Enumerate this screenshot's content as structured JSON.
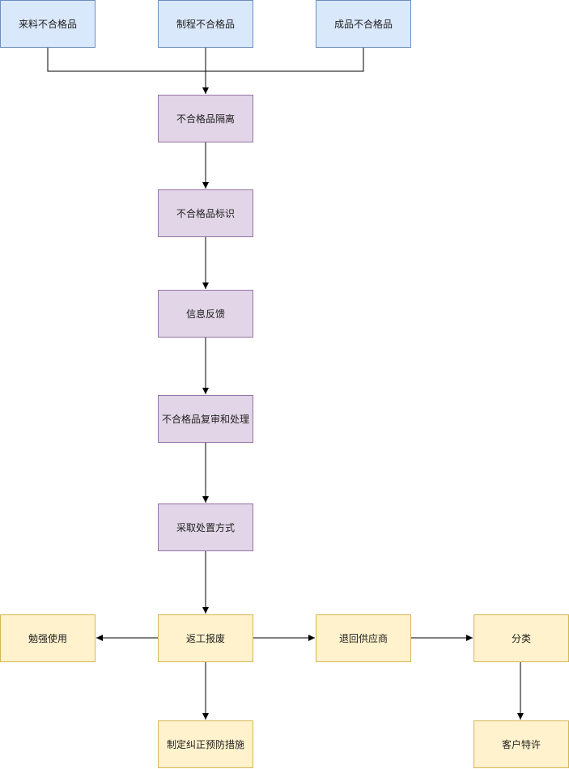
{
  "nodes": {
    "incoming": "来料不合格品",
    "process": "制程不合格品",
    "finished": "成品不合格品",
    "isolate": "不合格品隔离",
    "identify": "不合格品标识",
    "feedback": "信息反馈",
    "review": "不合格品复审和处理",
    "method": "采取处置方式",
    "rework": "返工报废",
    "concession": "勉强使用",
    "return_supplier": "退回供应商",
    "classify": "分类",
    "corrective": "制定纠正预防措施",
    "customer_approval": "客户特许"
  },
  "colors": {
    "blue_fill": "#dae8fc",
    "purple_fill": "#e1d5e7",
    "yellow_fill": "#fff2cc"
  }
}
